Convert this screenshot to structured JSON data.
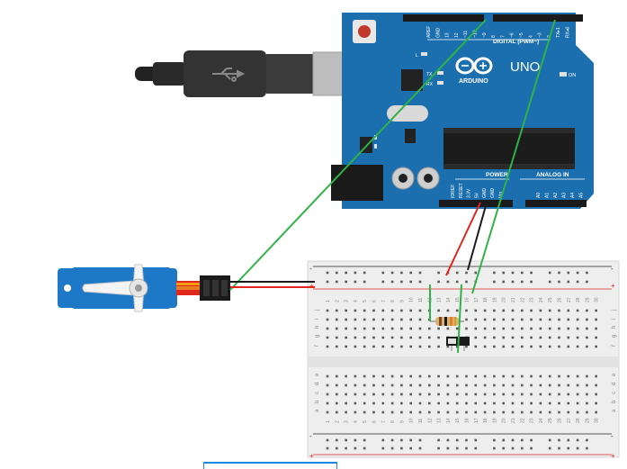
{
  "arduino": {
    "logo_text": "ARDUINO",
    "model": "UNO",
    "digital_label": "DIGITAL (PWM~)",
    "power_label": "POWER",
    "analog_label": "ANALOG IN",
    "on_label": "ON",
    "tx_label": "TX",
    "rx_label": "RX",
    "l_label": "L",
    "digital_pins": [
      "AREF",
      "GND",
      "13",
      "12",
      "~11",
      "~10",
      "~9",
      "8",
      "7",
      "~6",
      "~5",
      "4",
      "~3",
      "2",
      "TX▸1",
      "RX◂0"
    ],
    "power_pins": [
      "IOREF",
      "RESET",
      "3.3V",
      "5V",
      "GND",
      "GND",
      "Vin"
    ],
    "analog_pins": [
      "A0",
      "A1",
      "A2",
      "A3",
      "A4",
      "A5"
    ]
  },
  "breadboard": {
    "row_labels_top": [
      "j",
      "i",
      "h",
      "g",
      "f"
    ],
    "row_labels_bottom": [
      "e",
      "d",
      "c",
      "b",
      "a"
    ],
    "column_count": 30,
    "rail_plus": "+",
    "rail_minus": "-"
  },
  "colors": {
    "arduino_board": "#1c6fae",
    "breadboard": "#eeeeee",
    "wire_green": "#2fb345",
    "wire_red": "#e1261c",
    "wire_black": "#1a1a1a",
    "servo_body": "#1e78c8",
    "selection_accent": "#1e88e5"
  },
  "icons": {
    "usb": "usb-icon",
    "infinity_logo": "arduino-logo-icon"
  }
}
